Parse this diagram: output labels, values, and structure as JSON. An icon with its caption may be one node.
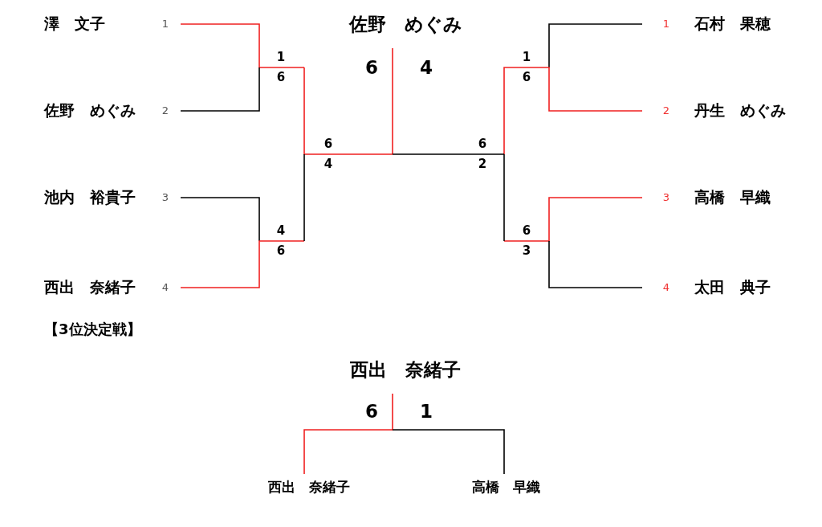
{
  "diagram": {
    "labels": [
      "澤　文子",
      "1",
      "佐野　めぐみ",
      "1",
      "石村　果穂",
      "1",
      "6",
      "6",
      "4",
      "1",
      "6",
      "佐野　めぐみ",
      "2",
      "2",
      "丹生　めぐみ",
      "6",
      "6",
      "4",
      "2",
      "池内　裕貴子",
      "3",
      "3",
      "高橋　早織",
      "4",
      "6",
      "6",
      "3",
      "西出　奈緒子",
      "4",
      "4",
      "太田　典子",
      "【3位決定戦】",
      "西出　奈緒子",
      "6",
      "1",
      "西出　奈緒子",
      "高橋　早織"
    ]
  }
}
